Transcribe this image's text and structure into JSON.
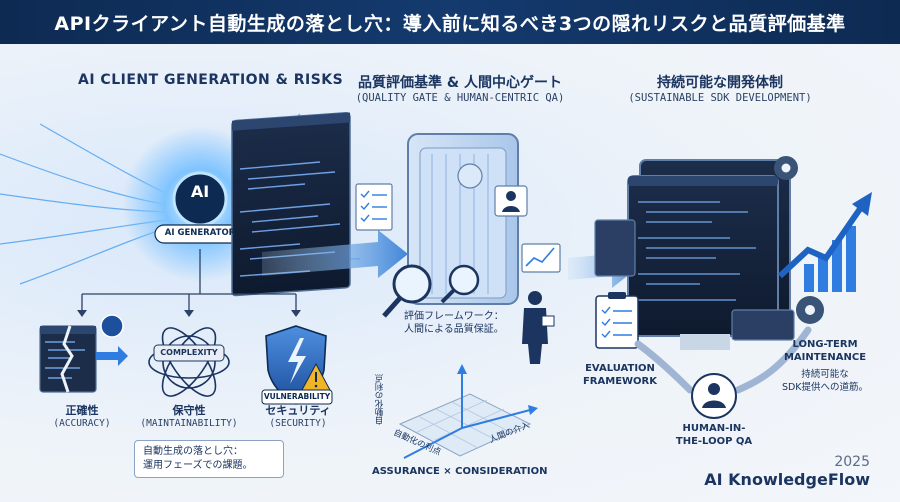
{
  "title": "APIクライアント自動生成の落とし穴：導入前に知るべき3つの隠れリスクと品質評価基準",
  "left": {
    "heading": "AI CLIENT GENERATION & RISKS",
    "ai_badge": "AI",
    "ai_generator": "AI GENERATOR",
    "complexity": "COMPLEXITY",
    "vulnerability": "VULNERABILITY",
    "risks": [
      {
        "jp": "正確性",
        "en": "(ACCURACY)"
      },
      {
        "jp": "保守性",
        "en": "(MAINTAINABILITY)"
      },
      {
        "jp": "セキュリティ",
        "en": "(SECURITY)"
      }
    ],
    "callout_line1": "自動生成の落とし穴：",
    "callout_line2": "運用フェーズでの課題。"
  },
  "middle": {
    "heading_jp": "品質評価基準 & 人間中心ゲート",
    "heading_en": "(QUALITY GATE & HUMAN-CENTRIC QA)",
    "framework_line1": "評価フレームワーク：",
    "framework_line2": "人間による品質保証。",
    "axis_y": "自動化の利点",
    "axis_x": "自動化の利点",
    "axis_z": "人間の介入",
    "matrix_label": "ASSURANCE × CONSIDERATION"
  },
  "right": {
    "heading_jp": "持続可能な開発体制",
    "heading_en": "(SUSTAINABLE SDK DEVELOPMENT)",
    "eval_line1": "EVALUATION",
    "eval_line2": "FRAMEWORK",
    "hitl_line1": "HUMAN-IN-",
    "hitl_line2": "THE-LOOP QA",
    "ltm_line1": "LONG-TERM",
    "ltm_line2": "MAINTENANCE",
    "ltm_jp1": "持続可能な",
    "ltm_jp2": "SDK提供への道筋。"
  },
  "brand": {
    "year": "2025",
    "name": "AI KnowledgeFlow"
  },
  "colors": {
    "navy": "#0d2a52",
    "accent_blue": "#2f7de1",
    "glow": "#7fc4ff",
    "warn": "#f0b429"
  }
}
